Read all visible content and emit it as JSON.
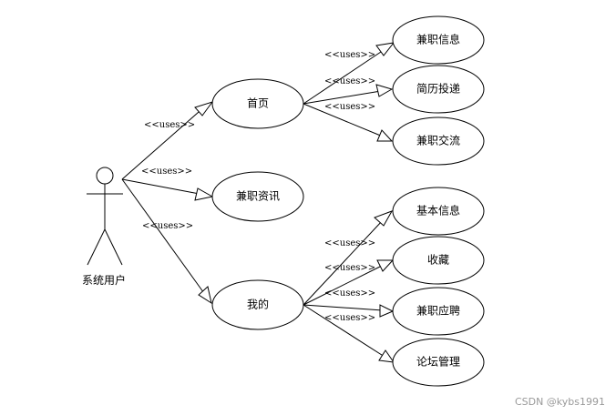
{
  "diagram": {
    "actor": {
      "label": "系统用户"
    },
    "stereotype": "<<uses>>",
    "use_cases": {
      "home": "首页",
      "news": "兼职资讯",
      "mine": "我的",
      "job_info": "兼职信息",
      "resume": "简历投递",
      "exchange": "兼职交流",
      "basic_info": "基本信息",
      "favorites": "收藏",
      "apply": "兼职应聘",
      "forum": "论坛管理"
    }
  },
  "watermark": "CSDN @kybs1991"
}
